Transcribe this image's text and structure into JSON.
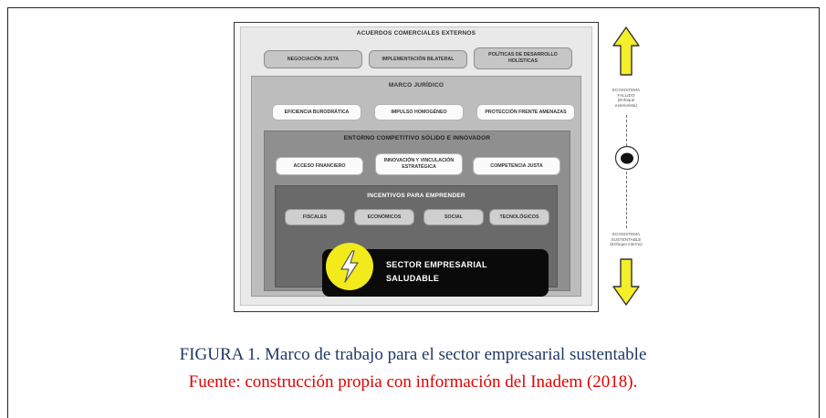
{
  "diagram": {
    "layer1": {
      "title": "ACUERDOS COMERCIALES EXTERNOS",
      "items": [
        "NEGOCIACIÓN JUSTA",
        "IMPLEMENTACIÓN BILATERAL",
        "POLÍTICAS DE DESARROLLO HOLÍSTICAS"
      ]
    },
    "layer2": {
      "title": "MARCO JURÍDICO",
      "items": [
        "EFICIENCIA BURODRÁTICA",
        "IMPULSO HOMOGÉNEO",
        "PROTECCIÓN FRENTE AMENAZAS"
      ]
    },
    "layer3": {
      "title": "ENTORNO COMPETITIVO SÓLIDO E INNOVADOR",
      "items": [
        "ACCESO FINANCIERO",
        "INNOVACIÓN Y VINCULACIÓN ESTRATÉGICA",
        "COMPETENCIA JUSTA"
      ]
    },
    "layer4": {
      "title": "INCENTIVOS PARA EMPRENDER",
      "items": [
        "FISCALES",
        "ECONÓMICOS",
        "SOCIAL",
        "TECNOLÓGICOS"
      ]
    },
    "core": {
      "line1": "SECTOR EMPRESARIAL",
      "line2": "SALUDABLE",
      "icon": "lightning-bolt-icon",
      "icon_color": "#f2ea1a"
    }
  },
  "side_scale": {
    "top_label": [
      "ECOSISTEMA",
      "FALLIDO",
      "(Enfoque",
      "exteriorista)"
    ],
    "bottom_label": [
      "ECOSISTEMA",
      "SUSTENTABLE",
      "(Enfoque interno)"
    ],
    "arrow_color": "#f5ee2a"
  },
  "caption": {
    "title": "FIGURA 1. Marco de trabajo para el sector empresarial sustentable",
    "source": "Fuente: construcción propia con información del Inadem (2018).",
    "title_color": "#1f3864",
    "source_color": "#e00000"
  }
}
